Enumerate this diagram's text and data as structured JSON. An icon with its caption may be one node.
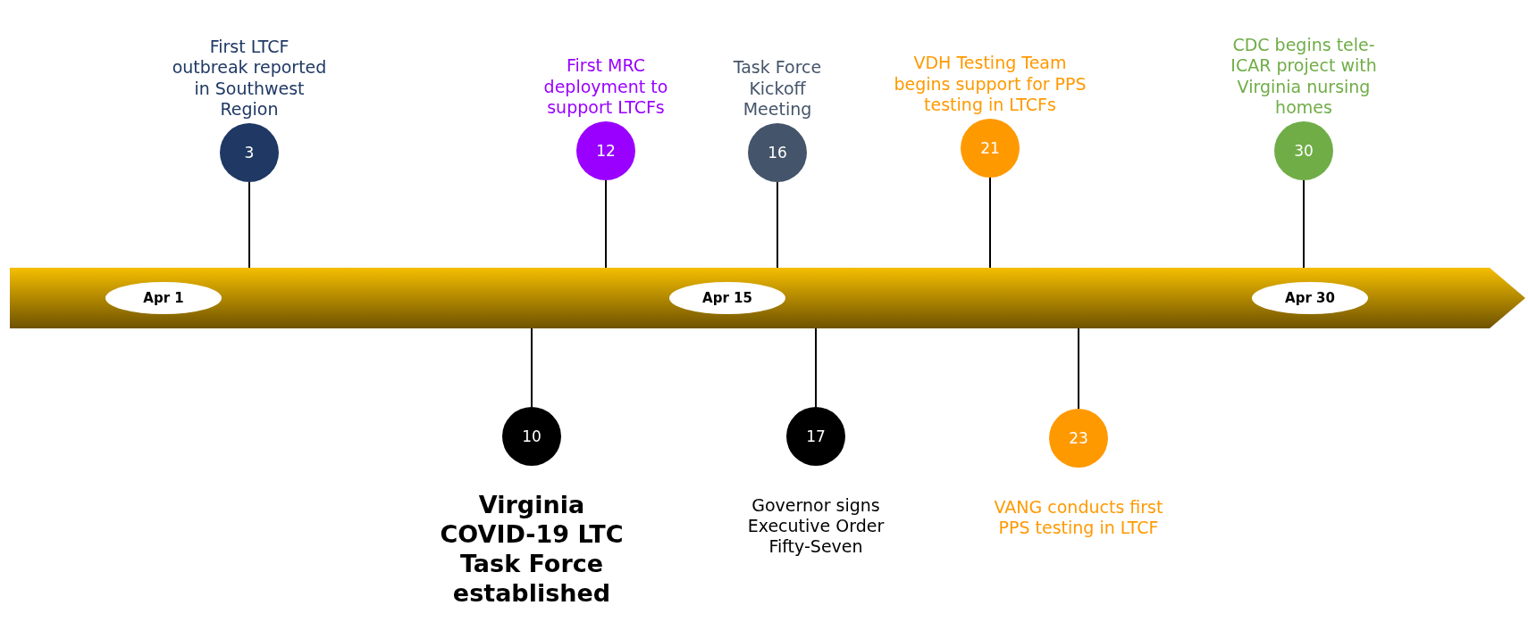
{
  "diagram": {
    "nodes": [
      {
        "text": [],
        "shape": "arrow"
      },
      {
        "text": [
          "Apr 1"
        ],
        "in": 0
      },
      {
        "text": [
          "Apr 15"
        ],
        "in": 0
      },
      {
        "text": [
          "Apr 30"
        ],
        "in": 0
      },
      {
        "text": [
          "3"
        ],
        "beside": [
          "First LTCF outbreak reported in Southwest Region"
        ]
      },
      {
        "text": [
          "10"
        ],
        "beside": [
          "Virginia COVID-19 LTC Task Force established"
        ]
      },
      {
        "text": [
          "12"
        ],
        "beside": [
          "First MRC deployment to support LTCFs"
        ]
      },
      {
        "text": [
          "16"
        ],
        "beside": [
          "Task Force Kickoff Meeting"
        ]
      },
      {
        "text": [
          "17"
        ],
        "beside": [
          "Governor signs Executive Order Fifty-Seven"
        ]
      },
      {
        "text": [
          "21"
        ],
        "beside": [
          "VDH Testing Team begins support for PPS testing in LTCFs"
        ]
      },
      {
        "text": [
          "23"
        ],
        "beside": [
          "VANG conducts first PPS testing in LTCF"
        ]
      },
      {
        "text": [
          "30"
        ],
        "beside": [
          "CDC begins tele-ICAR project with Virginia nursing homes"
        ]
      }
    ],
    "edges": [
      {
        "from": 4,
        "to": 0,
        "arrow": "none"
      },
      {
        "from": 5,
        "to": 0,
        "arrow": "none"
      },
      {
        "from": 6,
        "to": 0,
        "arrow": "none"
      },
      {
        "from": 7,
        "to": 0,
        "arrow": "none"
      },
      {
        "from": 8,
        "to": 0,
        "arrow": "none"
      },
      {
        "from": 9,
        "to": 0,
        "arrow": "none"
      },
      {
        "from": 10,
        "to": 0,
        "arrow": "none"
      },
      {
        "from": 11,
        "to": 0,
        "arrow": "none"
      }
    ]
  }
}
